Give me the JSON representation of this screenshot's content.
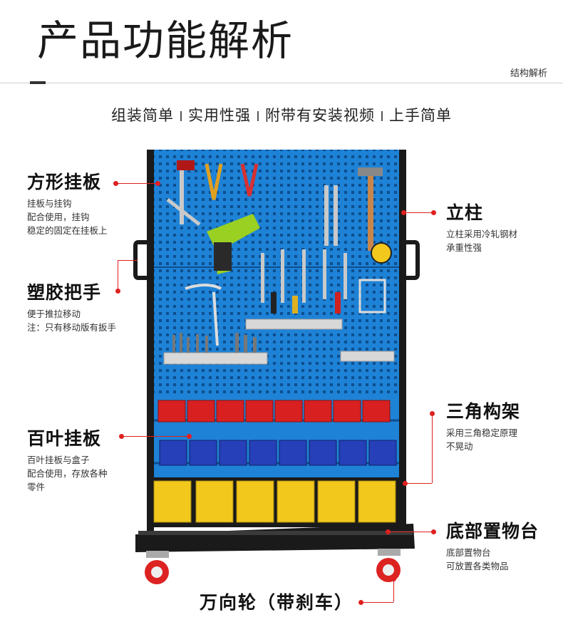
{
  "page": {
    "title": "产品功能解析",
    "subtitle": "结构解析",
    "features": [
      "组装简单",
      "实用性强",
      "附带有安装视频",
      "上手简单"
    ]
  },
  "callouts": {
    "board": {
      "title": "方形挂板",
      "desc": [
        "挂板与挂钩",
        "配合使用，挂钩",
        "稳定的固定在挂板上"
      ]
    },
    "handle": {
      "title": "塑胶把手",
      "desc": [
        "便于推拉移动",
        "注：只有移动版有扳手"
      ]
    },
    "louver": {
      "title": "百叶挂板",
      "desc": [
        "百叶挂板与盒子",
        "配合使用，存放各种",
        "零件"
      ]
    },
    "column": {
      "title": "立柱",
      "desc": [
        "立柱采用冷轧钢材",
        "承重性强"
      ]
    },
    "truss": {
      "title": "三角构架",
      "desc": [
        "采用三角稳定原理",
        "不晃动"
      ]
    },
    "base": {
      "title": "底部置物台",
      "desc": [
        "底部置物台",
        "可放置各类物品"
      ]
    },
    "wheel": {
      "title": "万向轮（带刹车）"
    }
  },
  "colors": {
    "panel_blue": "#1e82d6",
    "frame_black": "#1a1a1a",
    "bin_red": "#d82020",
    "bin_blue": "#2540b8",
    "bin_yellow": "#f2c81c",
    "accent_red": "#e02020"
  },
  "icons": [
    "tool-rack-illustration",
    "wheel-icon"
  ]
}
